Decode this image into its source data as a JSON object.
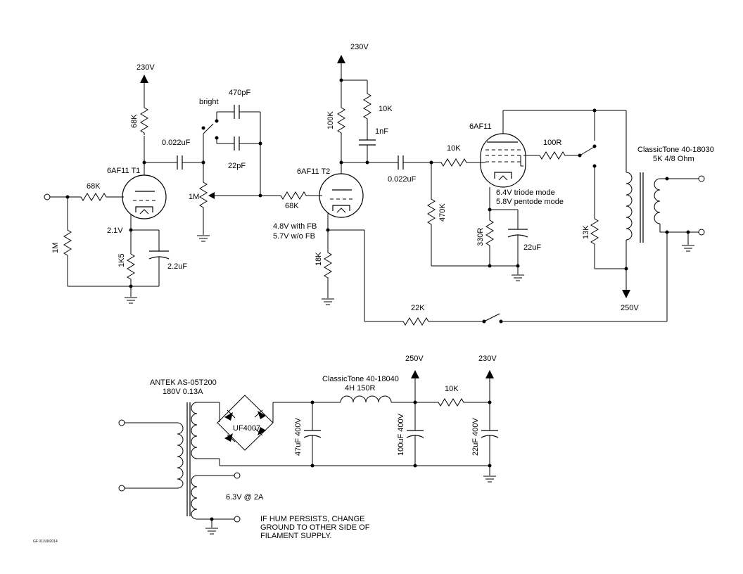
{
  "supplies": {
    "v230_t1": "230V",
    "v230_t2": "230V",
    "v250_return": "250V",
    "v250_psu": "250V",
    "v230_psu": "230V"
  },
  "tubes": {
    "t1": "6AF11 T1",
    "t2": "6AF11 T2",
    "t3": "6AF11"
  },
  "components": {
    "r_plate_t1": "68K",
    "c_couple_t1": "0.022uF",
    "r_grid_t1": "68K",
    "r_input": "1M",
    "v_cathode_t1": "2.1V",
    "r_cathode_t1": "1K5",
    "c_cathode_t1": "2.2uF",
    "bright": "bright",
    "c_bright": "470pF",
    "c_22p": "22pF",
    "pot": "1M",
    "r_grid_t2": "68K",
    "v_cathode_t2_fb": "4.8V with FB",
    "v_cathode_t2_nofb": "5.7V w/o FB",
    "r_cathode_t2": "18K",
    "r_plate_t2": "100K",
    "r_dec": "10K",
    "c_dec": "1nF",
    "c_couple_t2": "0.022uF",
    "r_grid_t3": "10K",
    "r_grid_leak_t3": "470K",
    "r_cathode_t3": "330R",
    "c_cathode_t3": "22uF",
    "v_triode": "6.4V triode mode",
    "v_pentode": "5.8V pentode mode",
    "r_screen": "100R",
    "r_13k": "13K",
    "r_fb": "22K",
    "ot_name": "ClassicTone 40-18030",
    "ot_spec": "5K 4/8 Ohm"
  },
  "psu": {
    "pt_name": "ANTEK AS-05T200",
    "pt_spec": "180V 0.13A",
    "diode": "UF4007",
    "c1": "47uF 400V",
    "choke_name": "ClassicTone 40-18040",
    "choke_spec": "4H 150R",
    "c2": "100uF 400V",
    "r_filter": "10K",
    "c3": "22uF 400V",
    "heater": "6.3V @ 2A"
  },
  "notes": {
    "hum_line1": "IF HUM PERSISTS, CHANGE",
    "hum_line2": "GROUND TO OTHER SIDE OF",
    "hum_line3": "FILAMENT SUPPLY.",
    "signature": "GF 01JUN2014"
  }
}
